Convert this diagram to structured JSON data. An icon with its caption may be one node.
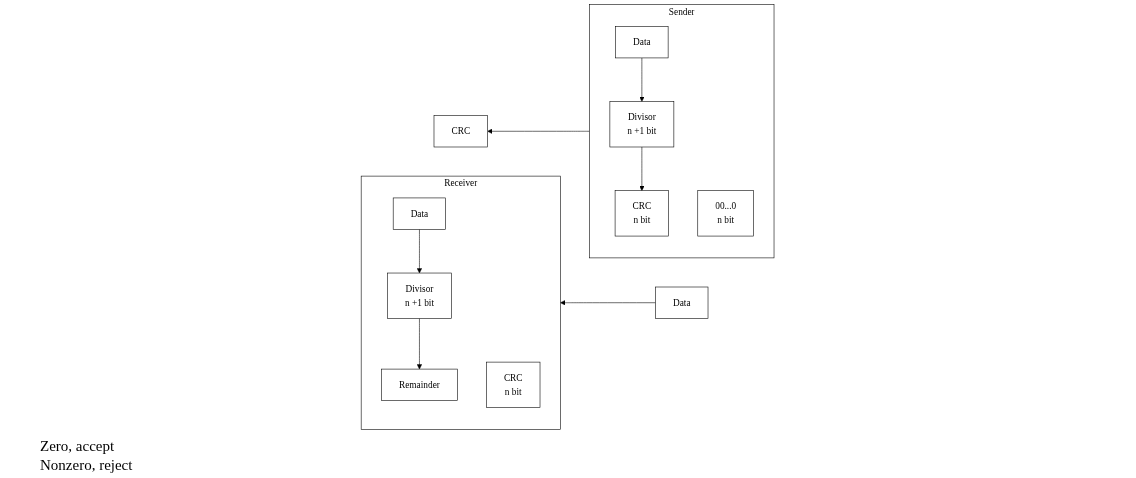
{
  "diagram": {
    "nodes": [
      {
        "text": [
          "Receiver"
        ]
      },
      {
        "text": [
          "Data"
        ],
        "in": 0
      },
      {
        "text": [
          "CRC",
          "n bit"
        ],
        "in": 0
      },
      {
        "text": [
          "Divisor",
          "n +1 bit"
        ],
        "in": 0
      },
      {
        "text": [
          "Remainder"
        ],
        "in": 0
      },
      {
        "text": [
          "Data"
        ]
      },
      {
        "text": [
          "CRC"
        ]
      },
      {
        "text": [
          "Sender"
        ]
      },
      {
        "text": [
          "Data"
        ],
        "in": 7
      },
      {
        "text": [
          "00...0",
          "n bit"
        ],
        "in": 7
      },
      {
        "text": [
          "Divisor",
          "n +1 bit"
        ],
        "in": 7
      },
      {
        "text": [
          "CRC",
          "n bit"
        ],
        "in": 7
      }
    ],
    "edges": [
      {
        "from": 1,
        "to": 3,
        "arrow": "to"
      },
      {
        "from": 3,
        "to": 4,
        "arrow": "to"
      },
      {
        "from": 7,
        "to": 6,
        "arrow": "to"
      },
      {
        "from": 5,
        "to": 0,
        "arrow": "to"
      },
      {
        "from": 8,
        "to": 10,
        "arrow": "to"
      },
      {
        "from": 10,
        "to": 11,
        "arrow": "to"
      }
    ],
    "labels": [
      "Zero, accept",
      "Nonzero, reject"
    ]
  }
}
